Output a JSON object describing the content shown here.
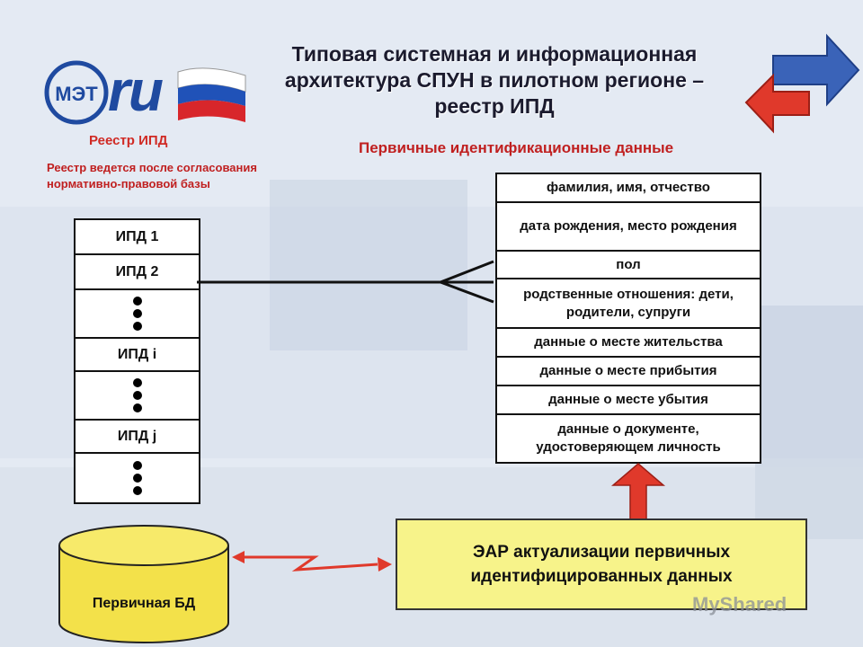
{
  "title": {
    "line1": "Типовая системная и информационная",
    "line2": "архитектура СПУН в пилотном регионе –",
    "line3": "реестр ИПД"
  },
  "logo": {
    "text": "ru",
    "badge": "МЭТ"
  },
  "registry": {
    "label": "Реестр ИПД",
    "note": "Реестр ведется после согласования нормативно-правовой базы",
    "items": [
      "ИПД 1",
      "ИПД 2",
      "ИПД i",
      "ИПД j"
    ]
  },
  "primary_data": {
    "title": "Первичные идентификационные данные",
    "fields": [
      "фамилия, имя, отчество",
      "дата рождения, место рождения",
      "пол",
      "родственные отношения: дети, родители, супруги",
      "данные о месте жительства",
      "данные о месте прибытия",
      "данные о месте убытия",
      "данные о документе, удостоверяющем личность"
    ]
  },
  "ear": {
    "line1": "ЭАР актуализации первичных",
    "line2": "идентифицированных данных"
  },
  "database": {
    "label": "Первичная БД"
  },
  "watermark": "MyShared",
  "colors": {
    "accent_red": "#c02020",
    "ear_fill": "#f7f38a",
    "db_fill": "#f3e14a",
    "arrow_red": "#e0392b"
  }
}
